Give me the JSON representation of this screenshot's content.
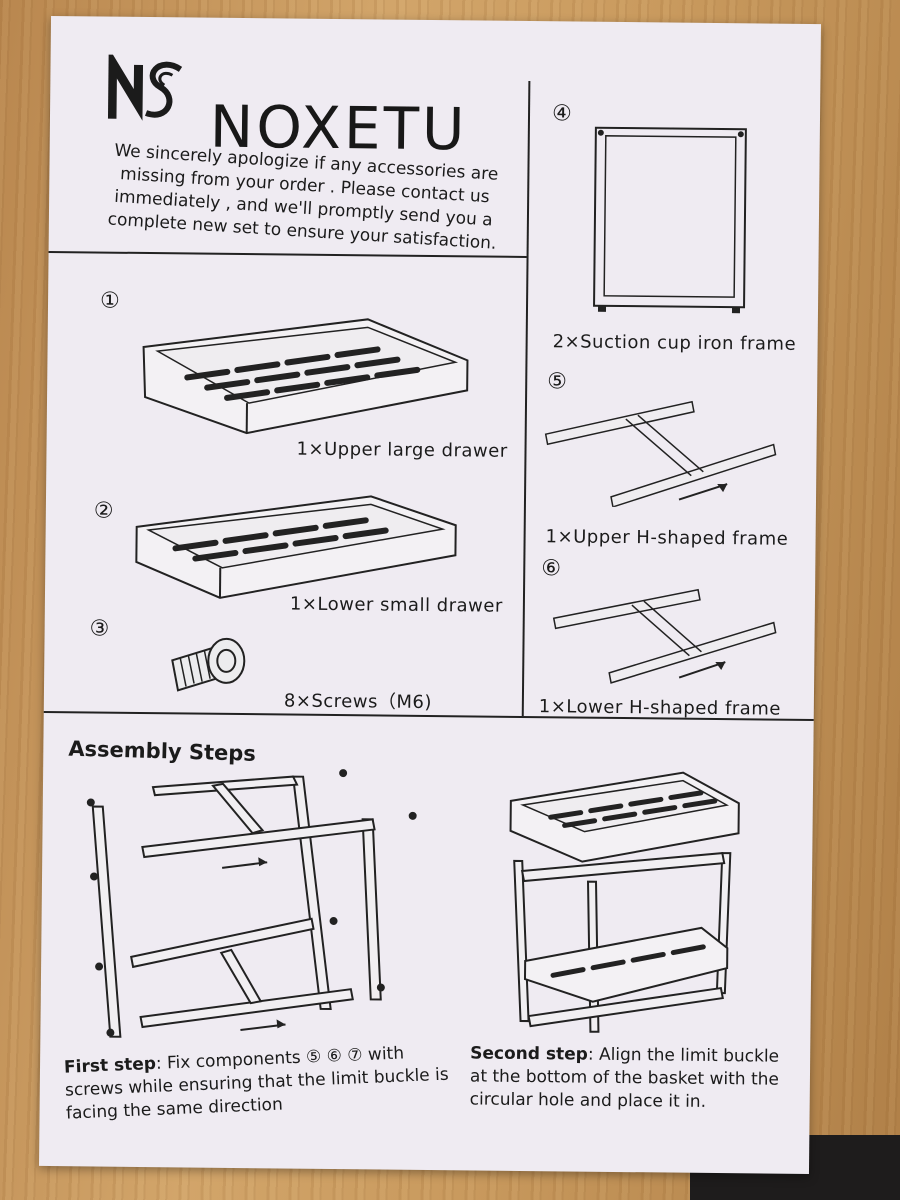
{
  "brand": {
    "name": "NOXETU"
  },
  "apology": "We sincerely apologize if any accessories are missing from your order . Please contact us immediately , and we'll promptly send you a complete new set to ensure your satisfaction.",
  "parts": [
    {
      "num": "①",
      "caption": "1×Upper large drawer"
    },
    {
      "num": "②",
      "caption": "1×Lower small drawer"
    },
    {
      "num": "③",
      "caption": "8×Screws（M6)"
    },
    {
      "num": "④",
      "caption": "2×Suction cup iron frame"
    },
    {
      "num": "⑤",
      "caption": "1×Upper H-shaped frame"
    },
    {
      "num": "⑥",
      "caption": "1×Lower H-shaped frame"
    }
  ],
  "assembly": {
    "title": "Assembly Steps",
    "step1_label": "First step",
    "step1_text": ":  Fix  components ⑤ ⑥ ⑦ with screws while ensuring that the limit buckle is facing the same direction",
    "step2_label": "Second step",
    "step2_text": ": Align the limit buckle at the bottom of the basket with the circular hole and place it in."
  }
}
